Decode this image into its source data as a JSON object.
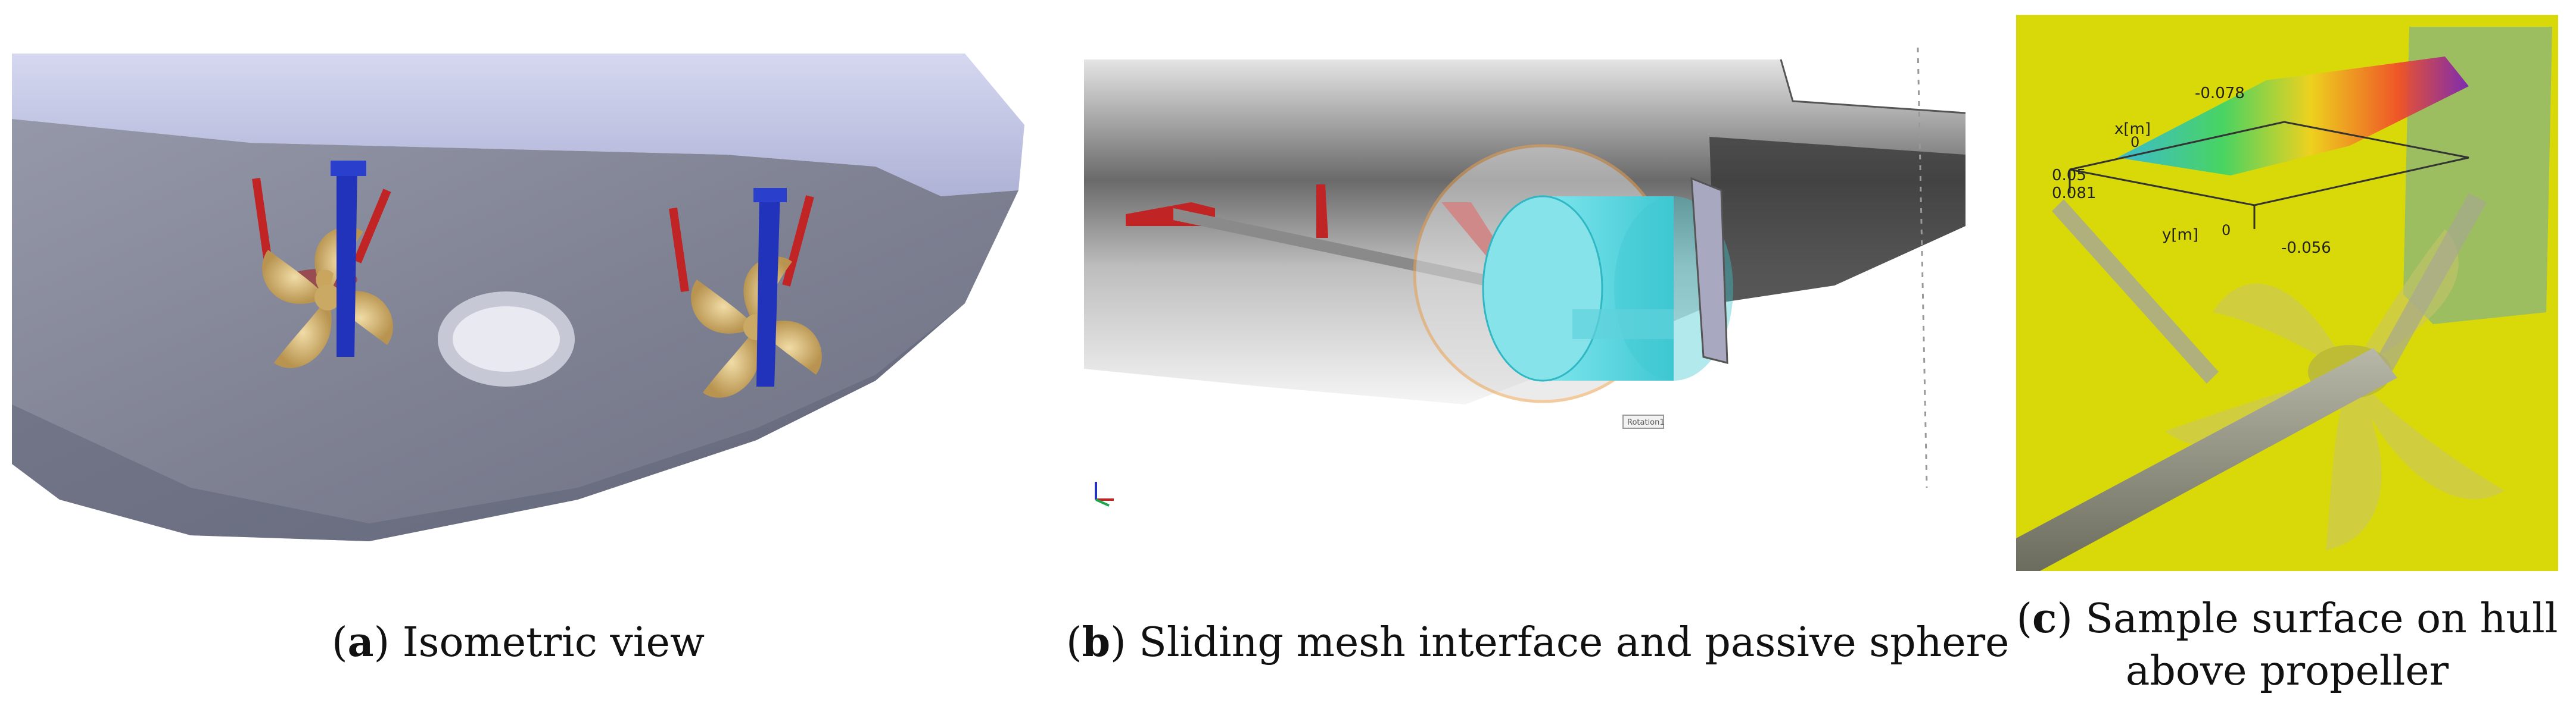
{
  "panels": {
    "a": {
      "caption_letter": "a",
      "caption_text": "Isometric view"
    },
    "b": {
      "caption_letter": "b",
      "caption_text": "Sliding mesh interface and passive sphere",
      "viewer_label": "Rotation1"
    },
    "c": {
      "caption_letter": "c",
      "caption_text_line1": "Sample surface on hull",
      "caption_text_line2": "above propeller",
      "axis_x_label": "x[m]",
      "axis_y_label": "y[m]",
      "tick_top": "-0.078",
      "tick_x_zero": "0",
      "tick_left_1": "0.05",
      "tick_left_2": "0.081",
      "tick_y_zero": "0",
      "tick_y_end": "-0.056"
    }
  },
  "colors": {
    "hull_grey": "#8a8d9c",
    "deck_lavender": "#c8cbe8",
    "propeller_gold": "#d9b873",
    "rudder_blue": "#2233bb",
    "strut_red": "#c02424",
    "interface_cyan": "#4fd6df",
    "sphere_orange": "#e8a050",
    "background_yellow": "#d9d90a"
  }
}
